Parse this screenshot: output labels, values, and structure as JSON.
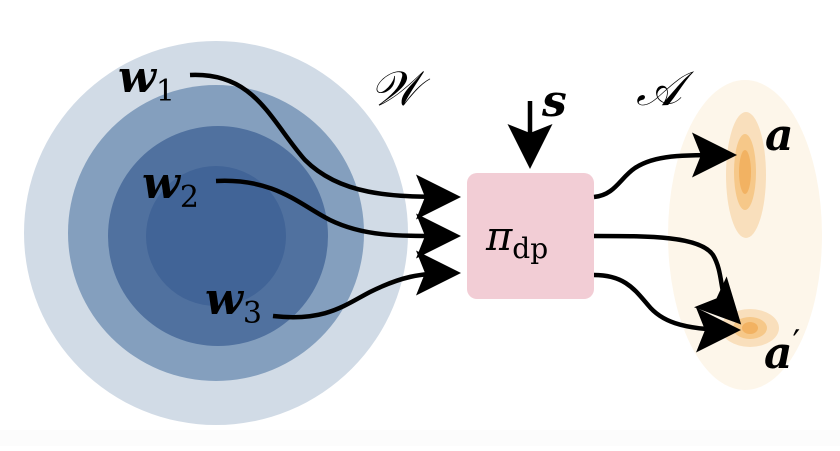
{
  "diagram": {
    "weight_space": {
      "label": "𝒲",
      "samples": [
        {
          "symbol": "w",
          "subscript": "1"
        },
        {
          "symbol": "w",
          "subscript": "2"
        },
        {
          "symbol": "w",
          "subscript": "3"
        }
      ],
      "ring_colors": [
        "#d1dbe6",
        "#849fbe",
        "#50719f",
        "#416497"
      ]
    },
    "state_input": {
      "label": "s"
    },
    "policy": {
      "symbol": "π",
      "subscript": "dp",
      "fill": "#f2cdd5"
    },
    "action_space": {
      "label": "𝒜",
      "fill": "#fdf6ea",
      "actions": [
        {
          "label": "a",
          "prime": ""
        },
        {
          "label": "a",
          "prime": "′"
        }
      ],
      "blob_colors": [
        "#f9dfbc",
        "#f6c889",
        "#f2b262"
      ]
    }
  }
}
